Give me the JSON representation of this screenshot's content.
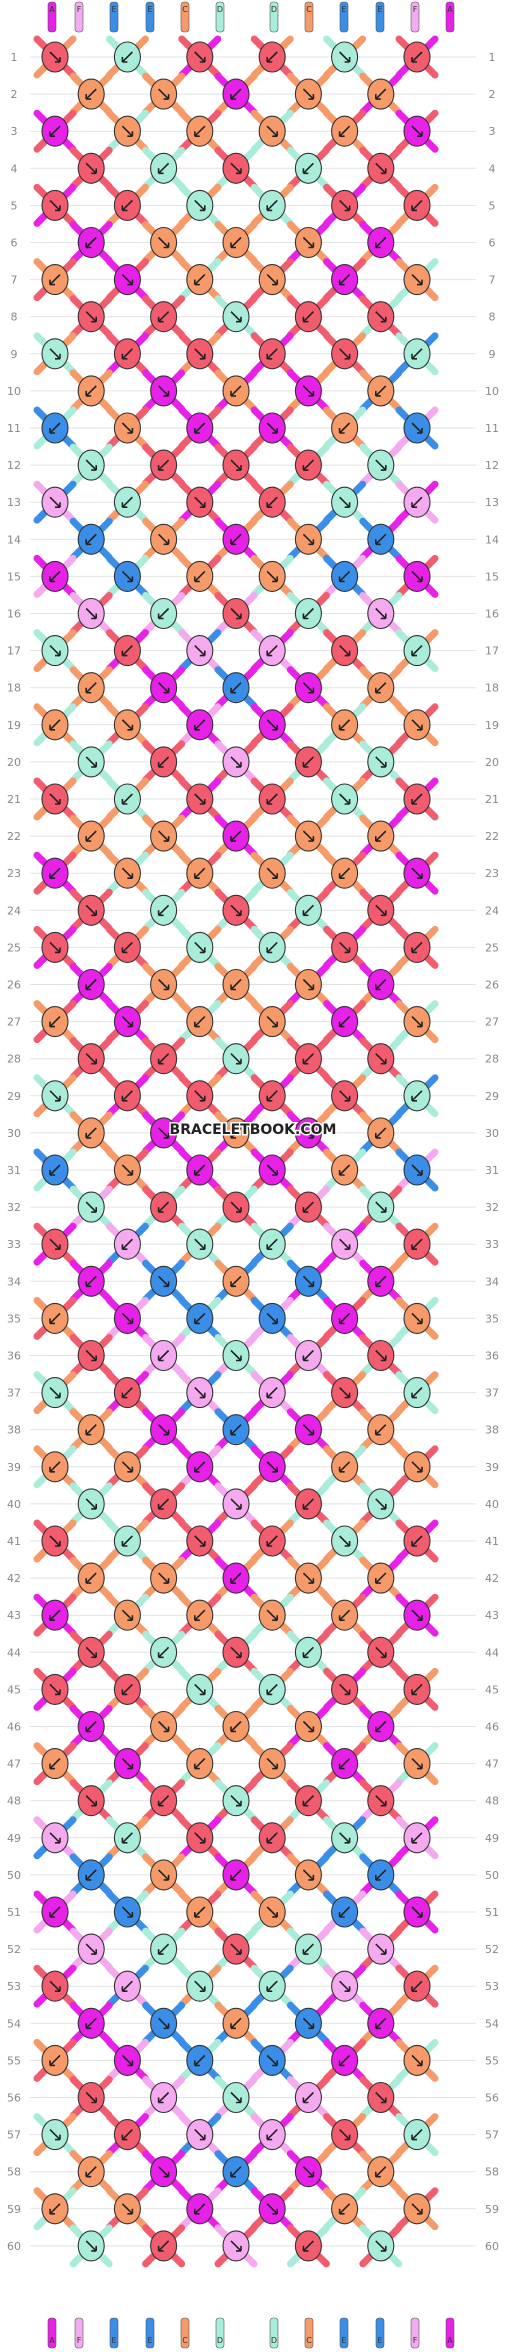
{
  "watermark": "BRACELETBOOK.COM",
  "rows": 60,
  "strand_labels": [
    "A",
    "F",
    "E",
    "E",
    "C",
    "D",
    "D",
    "C",
    "E",
    "E",
    "F",
    "A"
  ],
  "colors": {
    "A": "#e821e8",
    "B": "#f25c6f",
    "C": "#f79a6a",
    "D": "#a8ecd9",
    "E": "#3a8ee8",
    "F": "#f5aaf0"
  },
  "strand_order": [
    "A",
    "B",
    "C",
    "D",
    "E",
    "F"
  ]
}
